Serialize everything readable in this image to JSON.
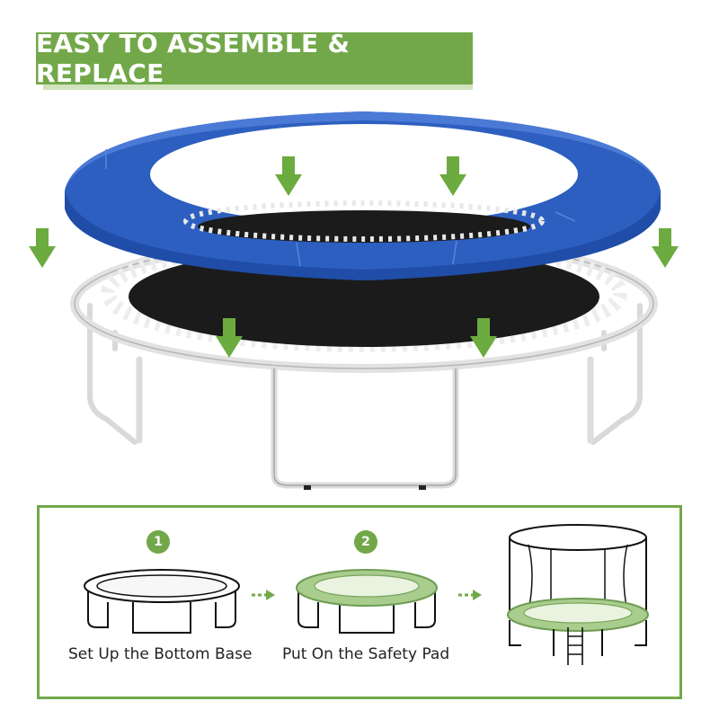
{
  "banner": {
    "title": "EASY TO ASSEMBLE & REPLACE"
  },
  "hero": {
    "pad_color": "#2d5fc0",
    "mat_color": "#1b1b1b",
    "frame_color": "#e6e6e6",
    "arrow_color": "#6cab3f",
    "arrow_icon": "down-arrow-icon"
  },
  "steps": [
    {
      "number": "1",
      "label": "Set Up the Bottom Base"
    },
    {
      "number": "2",
      "label": "Put On the Safety Pad"
    },
    {
      "number": "",
      "label": ""
    }
  ],
  "colors": {
    "accent": "#72a84a",
    "pad_light": "#cfe3bd"
  }
}
